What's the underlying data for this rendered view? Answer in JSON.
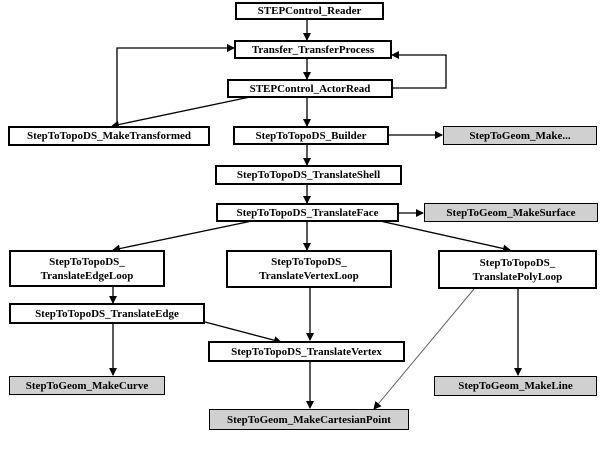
{
  "nodes": {
    "reader": "STEPControl_Reader",
    "transfer": "Transfer_TransferProcess",
    "actor": "STEPControl_ActorRead",
    "maketransformed": "StepToTopoDS_MakeTransformed",
    "builder": "StepToTopoDS_Builder",
    "geom_make": "StepToGeom_Make...",
    "shell": "StepToTopoDS_TranslateShell",
    "face": "StepToTopoDS_TranslateFace",
    "makesurface": "StepToGeom_MakeSurface",
    "edgeloop": "StepToTopoDS_\nTranslateEdgeLoop",
    "vertexloop": "StepToTopoDS_\nTranslateVertexLoop",
    "polyloop": "StepToTopoDS_\nTranslatePolyLoop",
    "edge": "StepToTopoDS_TranslateEdge",
    "vertex": "StepToTopoDS_TranslateVertex",
    "makecurve": "StepToGeom_MakeCurve",
    "makeline": "StepToGeom_MakeLine",
    "cartesianpoint": "StepToGeom_MakeCartesianPoint"
  },
  "colors": {
    "line": "#000000",
    "box_fill": "#ffffff",
    "geom_fill": "#d0d0d0"
  }
}
